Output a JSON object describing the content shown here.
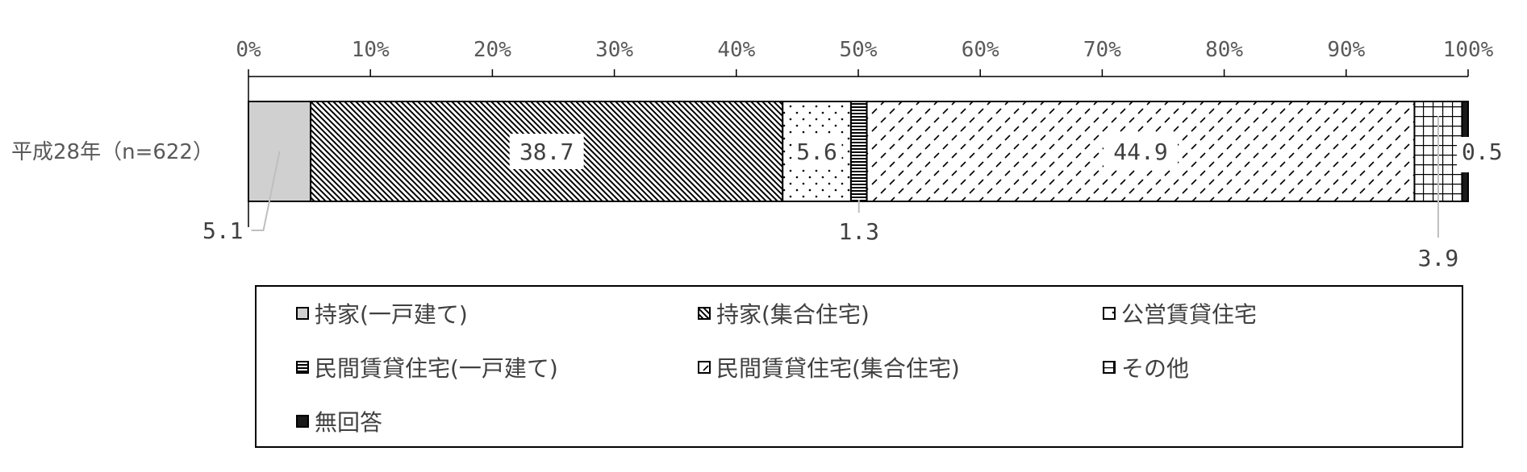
{
  "chart_data": {
    "type": "bar",
    "orientation": "horizontal",
    "stacked": "100%",
    "categories": [
      "平成28年（n=622）"
    ],
    "series": [
      {
        "name": "持家(一戸建て)",
        "values": [
          5.1
        ],
        "label": "5.1"
      },
      {
        "name": "持家(集合住宅)",
        "values": [
          38.7
        ],
        "label": "38.7"
      },
      {
        "name": "公営賃貸住宅",
        "values": [
          5.6
        ],
        "label": "5.6"
      },
      {
        "name": "民間賃貸住宅(一戸建て)",
        "values": [
          1.3
        ],
        "label": "1.3"
      },
      {
        "name": "民間賃貸住宅(集合住宅)",
        "values": [
          44.9
        ],
        "label": "44.9"
      },
      {
        "name": "その他",
        "values": [
          3.9
        ],
        "label": "3.9"
      },
      {
        "name": "無回答",
        "values": [
          0.5
        ],
        "label": "0.5"
      }
    ],
    "xlim": [
      0,
      100
    ],
    "x_ticks": [
      "0%",
      "10%",
      "20%",
      "30%",
      "40%",
      "50%",
      "60%",
      "70%",
      "80%",
      "90%",
      "100%"
    ],
    "legend_position": "bottom",
    "grid": false
  }
}
